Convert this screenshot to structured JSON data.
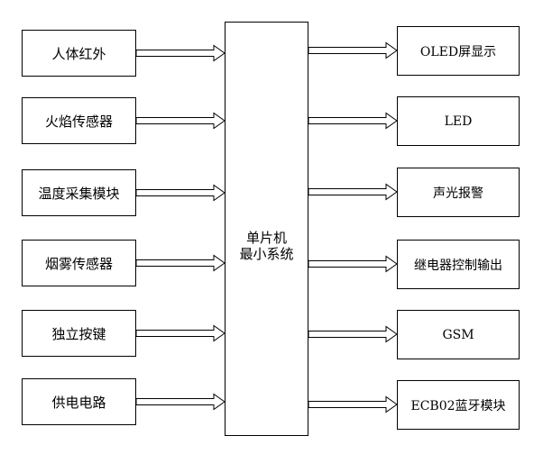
{
  "diagram": {
    "center": {
      "line1": "单片机",
      "line2": "最小系统"
    },
    "inputs": [
      {
        "label": "人体红外"
      },
      {
        "label": "火焰传感器"
      },
      {
        "label": "温度采集模块"
      },
      {
        "label": "烟雾传感器"
      },
      {
        "label": "独立按键"
      },
      {
        "label": "供电电路"
      }
    ],
    "outputs": [
      {
        "label": "OLED屏显示"
      },
      {
        "label": "LED"
      },
      {
        "label": "声光报警"
      },
      {
        "label": "继电器控制输出"
      },
      {
        "label": "GSM"
      },
      {
        "label": "ECB02蓝牙模块"
      }
    ]
  }
}
